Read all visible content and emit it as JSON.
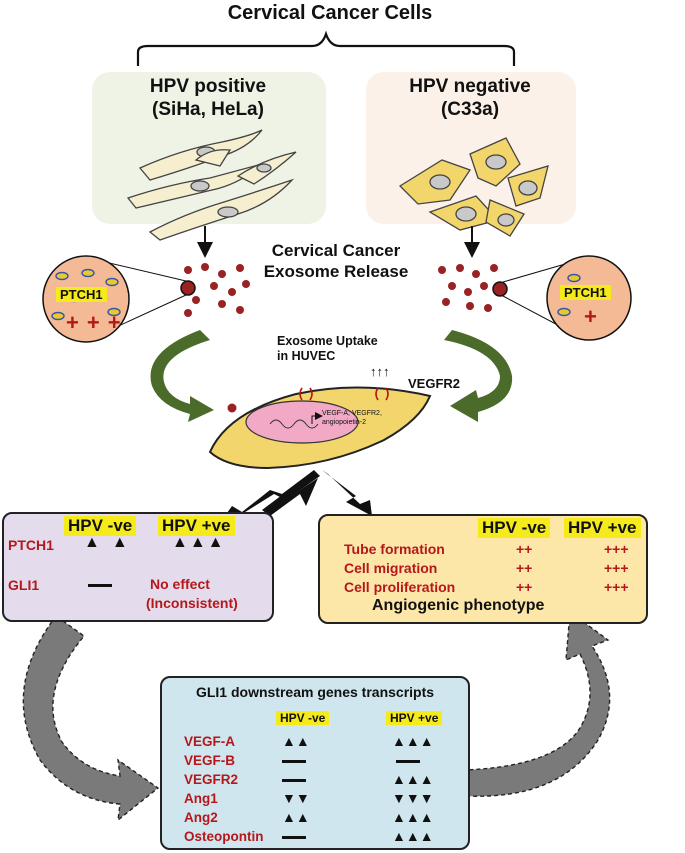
{
  "title": "Cervical Cancer Cells",
  "hpv_positive": {
    "line1": "HPV positive",
    "line2": "(SiHa, HeLa)"
  },
  "hpv_negative": {
    "line1": "HPV negative",
    "line2": "(C33a)"
  },
  "exosome_release": {
    "line1": "Cervical Cancer",
    "line2": "Exosome Release"
  },
  "ptch1_label": "PTCH1",
  "exosome_uptake": {
    "line1": "Exosome Uptake",
    "line2": "in HUVEC"
  },
  "vegfr2_label": "VEGFR2",
  "receptor_arrows": "↑↑↑",
  "nucleus_text": {
    "line1": "VEGF-A, VEGFR2,",
    "line2": "angiopoietin-2"
  },
  "left_box": {
    "col_neg": "HPV -ve",
    "col_pos": "HPV +ve",
    "row1_label": "PTCH1",
    "row2_label": "GLI1",
    "no_effect": "No effect",
    "inconsistent": "(Inconsistent)"
  },
  "right_box": {
    "col_neg": "HPV -ve",
    "col_pos": "HPV +ve",
    "rows": [
      {
        "label": "Tube formation",
        "neg": "++",
        "pos": "+++"
      },
      {
        "label": "Cell migration",
        "neg": "++",
        "pos": "+++"
      },
      {
        "label": "Cell proliferation",
        "neg": "++",
        "pos": "+++"
      }
    ],
    "footer": "Angiogenic phenotype"
  },
  "bottom_box": {
    "title": "GLI1 downstream genes transcripts",
    "col_neg": "HPV -ve",
    "col_pos": "HPV +ve",
    "genes": [
      "VEGF-A",
      "VEGF-B",
      "VEGFR2",
      "Ang1",
      "Ang2",
      "Osteopontin"
    ]
  },
  "colors": {
    "red_text": "#b5171b",
    "highlight": "#f5ea1c",
    "left_box_fill": "#e4dcec",
    "right_box_fill": "#fce6a8",
    "bottom_box_fill": "#cfe6ef",
    "cell_fill": "#f2d66c",
    "exosome": "#9a2222",
    "curved_arrow": "#4b6b2a"
  }
}
